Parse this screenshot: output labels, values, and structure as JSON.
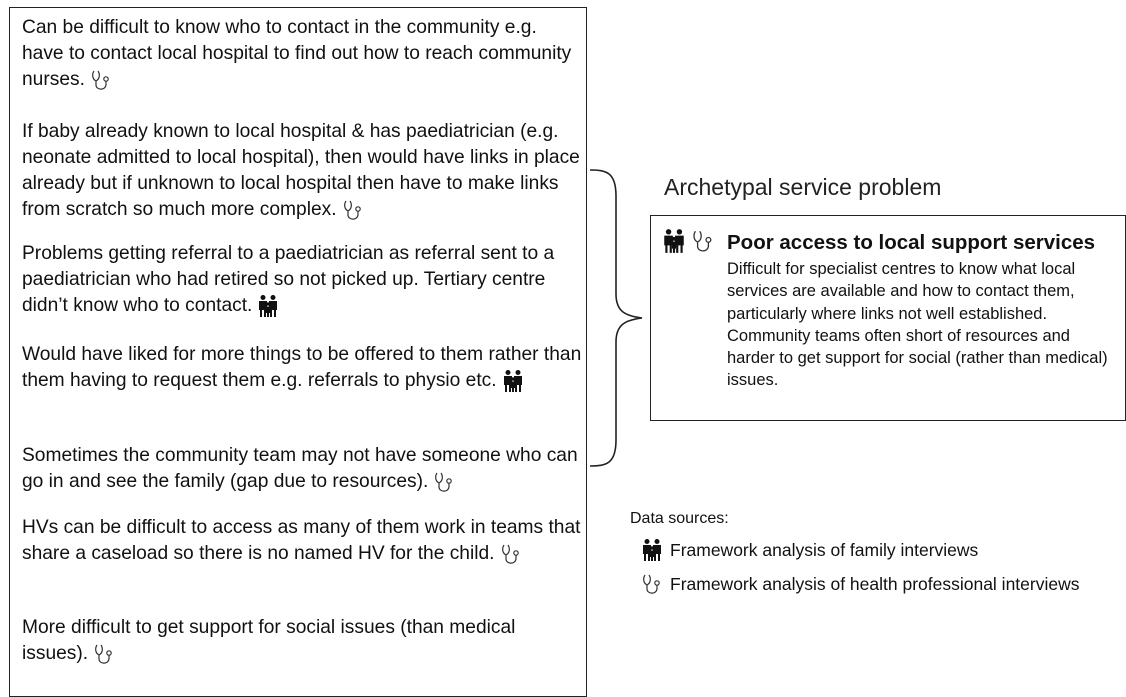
{
  "quotes": [
    {
      "text": "Can be difficult to know who to contact in the community e.g. have to contact local hospital to find out how to reach community nurses.",
      "source_icon": "stethoscope-icon"
    },
    {
      "text": "If baby already known to local hospital & has paediatrician (e.g. neonate admitted to local hospital), then would have links in place already but if unknown to local hospital then have to make links from scratch so much more complex.",
      "source_icon": "stethoscope-icon"
    },
    {
      "text": "Problems getting referral to a paediatrician as referral sent to a paediatrician who had retired so not picked up. Tertiary centre didn’t know who to contact.",
      "source_icon": "family-icon"
    },
    {
      "text": "Would have liked for more things to be offered to them rather than them having to request them e.g. referrals to physio etc.",
      "source_icon": "family-icon"
    },
    {
      "text": "Sometimes the community team may not have someone who can go in and see the family (gap due to resources).",
      "source_icon": "stethoscope-icon"
    },
    {
      "text": "HVs can be difficult to access as many of them work in teams that share a caseload so there is no named HV for the child.",
      "source_icon": "stethoscope-icon"
    },
    {
      "text": "More difficult to get support for social issues (than medical issues).",
      "source_icon": "stethoscope-icon"
    }
  ],
  "archetype": {
    "title": "Archetypal service problem",
    "heading": "Poor access to local support services",
    "description": "Difficult for specialist centres to know what local services are available and how to contact them, particularly where links not well established. Community teams often short of resources and harder to get support for social (rather than medical) issues.",
    "icons": [
      "family-icon",
      "stethoscope-icon"
    ]
  },
  "data_sources": {
    "label": "Data sources:",
    "items": [
      {
        "icon": "family-icon",
        "text": "Framework analysis of family interviews"
      },
      {
        "icon": "stethoscope-icon",
        "text": "Framework analysis of health professional interviews"
      }
    ]
  }
}
